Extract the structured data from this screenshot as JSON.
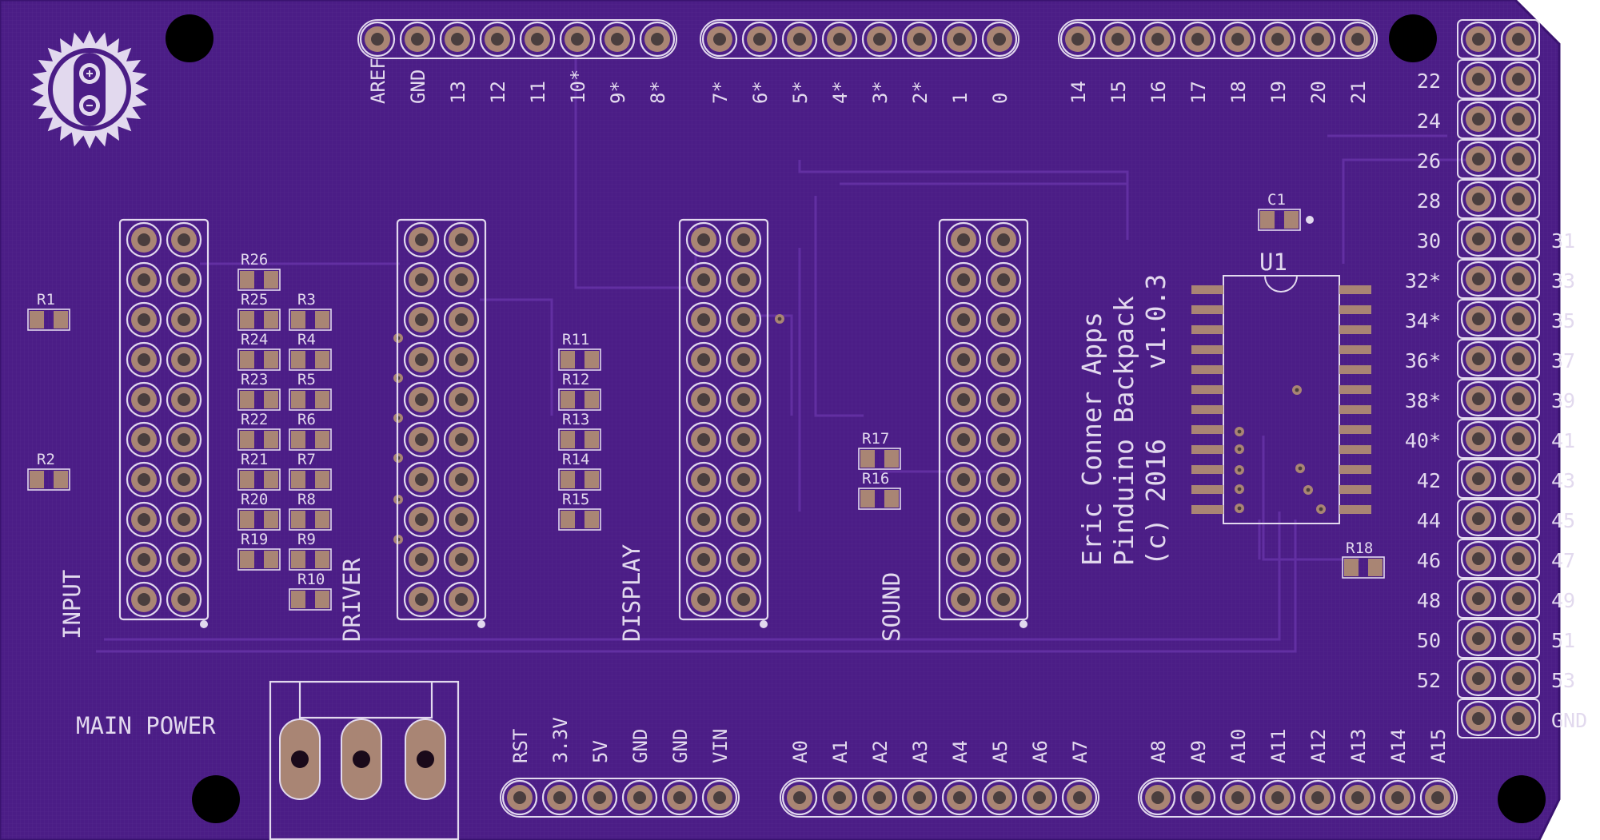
{
  "colors": {
    "board": "#4b1d86",
    "board_edge": "#3a1370",
    "trace": "#5a2796",
    "silkscreen": "#e2d9ee",
    "pad_copper": "#a98574",
    "pad_hole": "#4a3e3e",
    "mount_hole": "#000000"
  },
  "logo_icon": "infinity-sun-logo-icon",
  "credits": {
    "line1": "Eric Conner Apps",
    "line2": "Pinduino Backpack",
    "line3a": "(c) 2016",
    "line3b": "v1.0.3"
  },
  "headers": {
    "top_left": [
      "AREF",
      "GND",
      "13",
      "12",
      "11",
      "10*",
      "9*",
      "8*"
    ],
    "top_mid": [
      "7*",
      "6*",
      "5*",
      "4*",
      "3*",
      "2*",
      "1",
      "0"
    ],
    "top_right": [
      "14",
      "15",
      "16",
      "17",
      "18",
      "19",
      "20",
      "21"
    ],
    "bottom_power": [
      "RST",
      "3.3V",
      "5V",
      "GND",
      "GND",
      "VIN"
    ],
    "bottom_analog_low": [
      "A0",
      "A1",
      "A2",
      "A3",
      "A4",
      "A5",
      "A6",
      "A7"
    ],
    "bottom_analog_high": [
      "A8",
      "A9",
      "A10",
      "A11",
      "A12",
      "A13",
      "A14",
      "A15"
    ],
    "right_left_col": [
      "22",
      "24",
      "26",
      "28",
      "30",
      "32*",
      "34*",
      "36*",
      "38*",
      "40*",
      "42",
      "44",
      "46",
      "48",
      "50",
      "52"
    ],
    "right_right_col": [
      "31",
      "33",
      "35",
      "37",
      "39",
      "41",
      "43",
      "45",
      "47",
      "49",
      "51",
      "53",
      "GND"
    ]
  },
  "connectors": [
    "INPUT",
    "DRIVER",
    "DISPLAY",
    "SOUND"
  ],
  "power_label": "MAIN POWER",
  "components": {
    "chip": "U1",
    "capacitor": "C1",
    "resistors_left": [
      "R26",
      "R25",
      "R24",
      "R23",
      "R22",
      "R21",
      "R20",
      "R19"
    ],
    "resistors_mid": [
      "R3",
      "R4",
      "R5",
      "R6",
      "R7",
      "R8",
      "R9",
      "R10"
    ],
    "resistors_input": [
      "R1",
      "R2"
    ],
    "resistors_display": [
      "R11",
      "R12",
      "R13",
      "R14",
      "R15"
    ],
    "resistors_sound": [
      "R17",
      "R16"
    ],
    "resistor_chip": "R18"
  }
}
